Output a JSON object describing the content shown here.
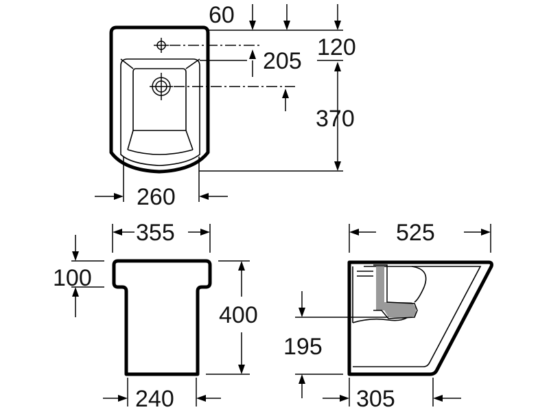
{
  "dimensions": {
    "top_60": "60",
    "top_120": "120",
    "top_205": "205",
    "top_370": "370",
    "top_260": "260",
    "front_355": "355",
    "front_100": "100",
    "front_400": "400",
    "front_240": "240",
    "side_525": "525",
    "side_195": "195",
    "side_305": "305"
  },
  "colors": {
    "line": "#000000",
    "background": "#ffffff",
    "shading": "#9a9a9a"
  }
}
